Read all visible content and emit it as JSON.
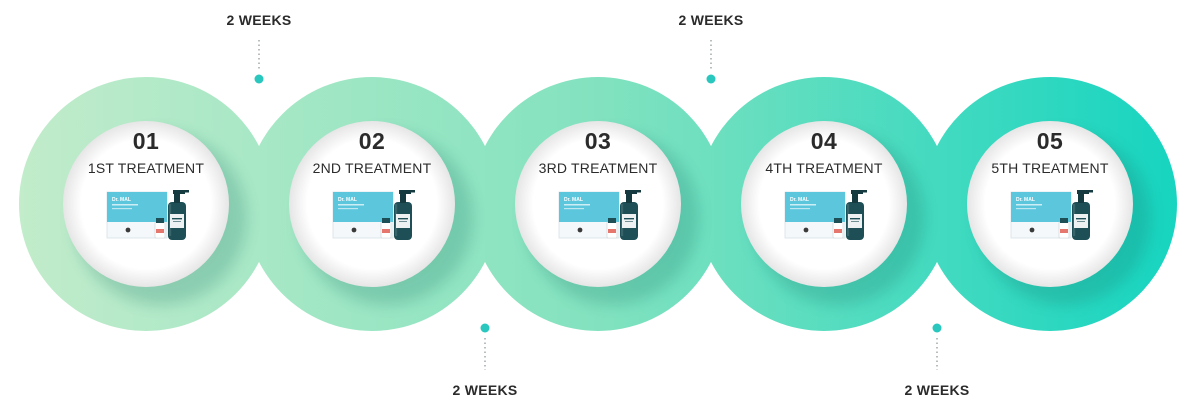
{
  "steps": [
    {
      "number": "01",
      "label": "1ST TREATMENT"
    },
    {
      "number": "02",
      "label": "2ND TREATMENT"
    },
    {
      "number": "03",
      "label": "3RD TREATMENT"
    },
    {
      "number": "04",
      "label": "4TH TREATMENT"
    },
    {
      "number": "05",
      "label": "5TH TREATMENT"
    }
  ],
  "intervals": [
    {
      "label": "2 WEEKS",
      "position": "top"
    },
    {
      "label": "2 WEEKS",
      "position": "bottom"
    },
    {
      "label": "2 WEEKS",
      "position": "top"
    },
    {
      "label": "2 WEEKS",
      "position": "bottom"
    }
  ],
  "product": {
    "box_brand": "Dr. MAL"
  },
  "colors": {
    "gradient_start": "#c4eccb",
    "gradient_end": "#12d4c0",
    "accent_dot": "#2ac7bf",
    "product_box": "#5cc6dc",
    "bottle": "#1e4f56",
    "text": "#2b2b2b"
  }
}
